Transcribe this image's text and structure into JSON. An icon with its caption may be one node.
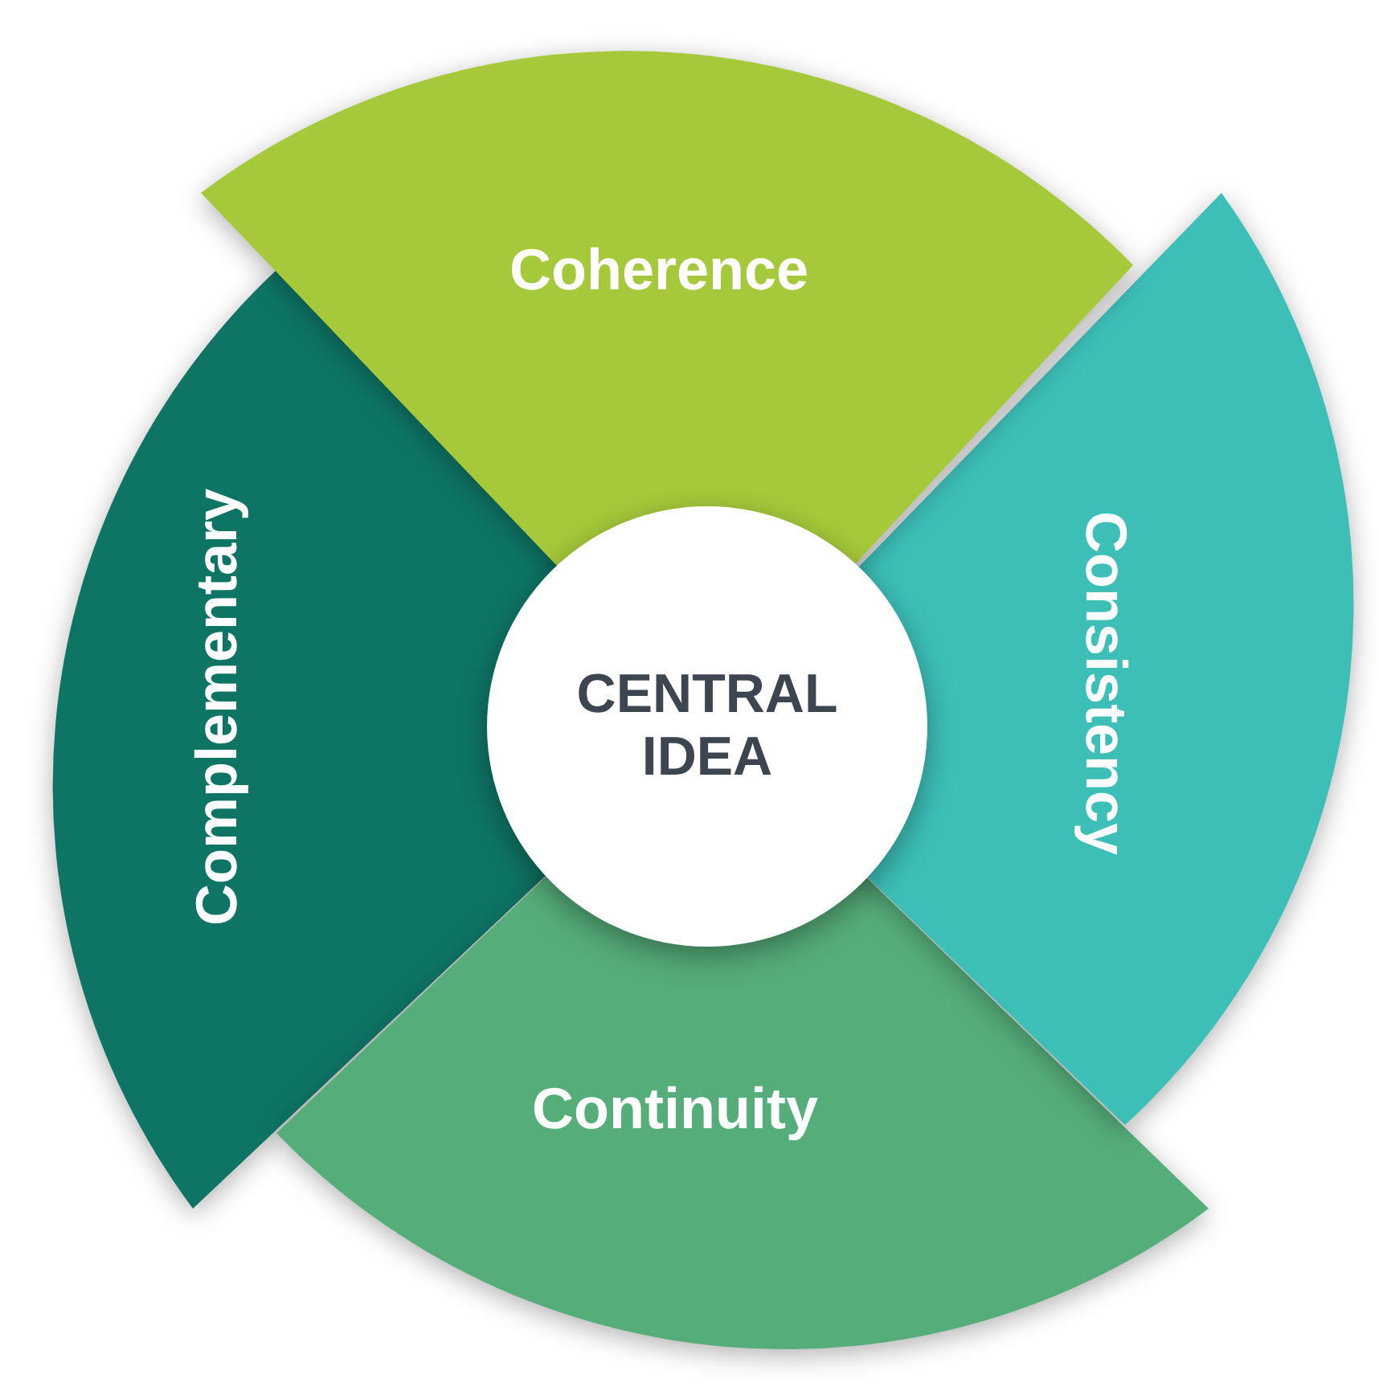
{
  "diagram": {
    "nodes": [
      {
        "text": [
          "Coherence"
        ]
      },
      {
        "text": [
          "Complementary"
        ]
      },
      {
        "text": [
          "CENTRAL IDEA"
        ]
      },
      {
        "text": [
          "Consistency"
        ]
      },
      {
        "text": [
          "Continuity"
        ]
      }
    ]
  }
}
